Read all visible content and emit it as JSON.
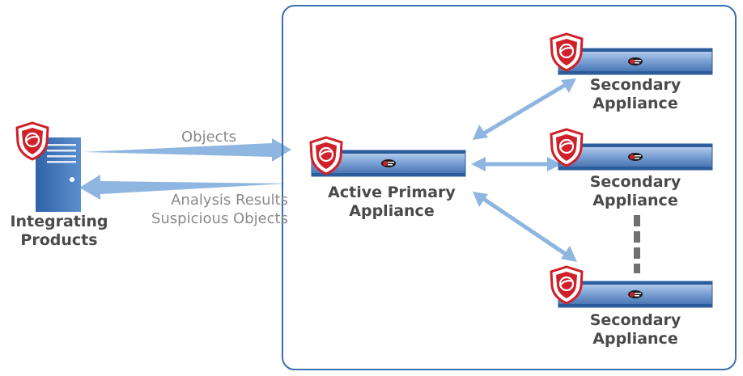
{
  "integrating": {
    "label_line1": "Integrating",
    "label_line2": "Products"
  },
  "flows": {
    "objects": "Objects",
    "results_line1": "Analysis Results",
    "results_line2": "Suspicious Objects"
  },
  "primary": {
    "label_line1": "Active Primary",
    "label_line2": "Appliance"
  },
  "secondary": [
    {
      "label_line1": "Secondary",
      "label_line2": "Appliance"
    },
    {
      "label_line1": "Secondary",
      "label_line2": "Appliance"
    },
    {
      "label_line1": "Secondary",
      "label_line2": "Appliance"
    }
  ],
  "colors": {
    "box_border": "#3a6fb0",
    "arrow": "#8fb6e0",
    "appliance": "#2d5c9c",
    "shield": "#d0202a",
    "dash": "#707070"
  },
  "icons": [
    "server-icon",
    "appliance-icon",
    "shield-logo-icon"
  ]
}
